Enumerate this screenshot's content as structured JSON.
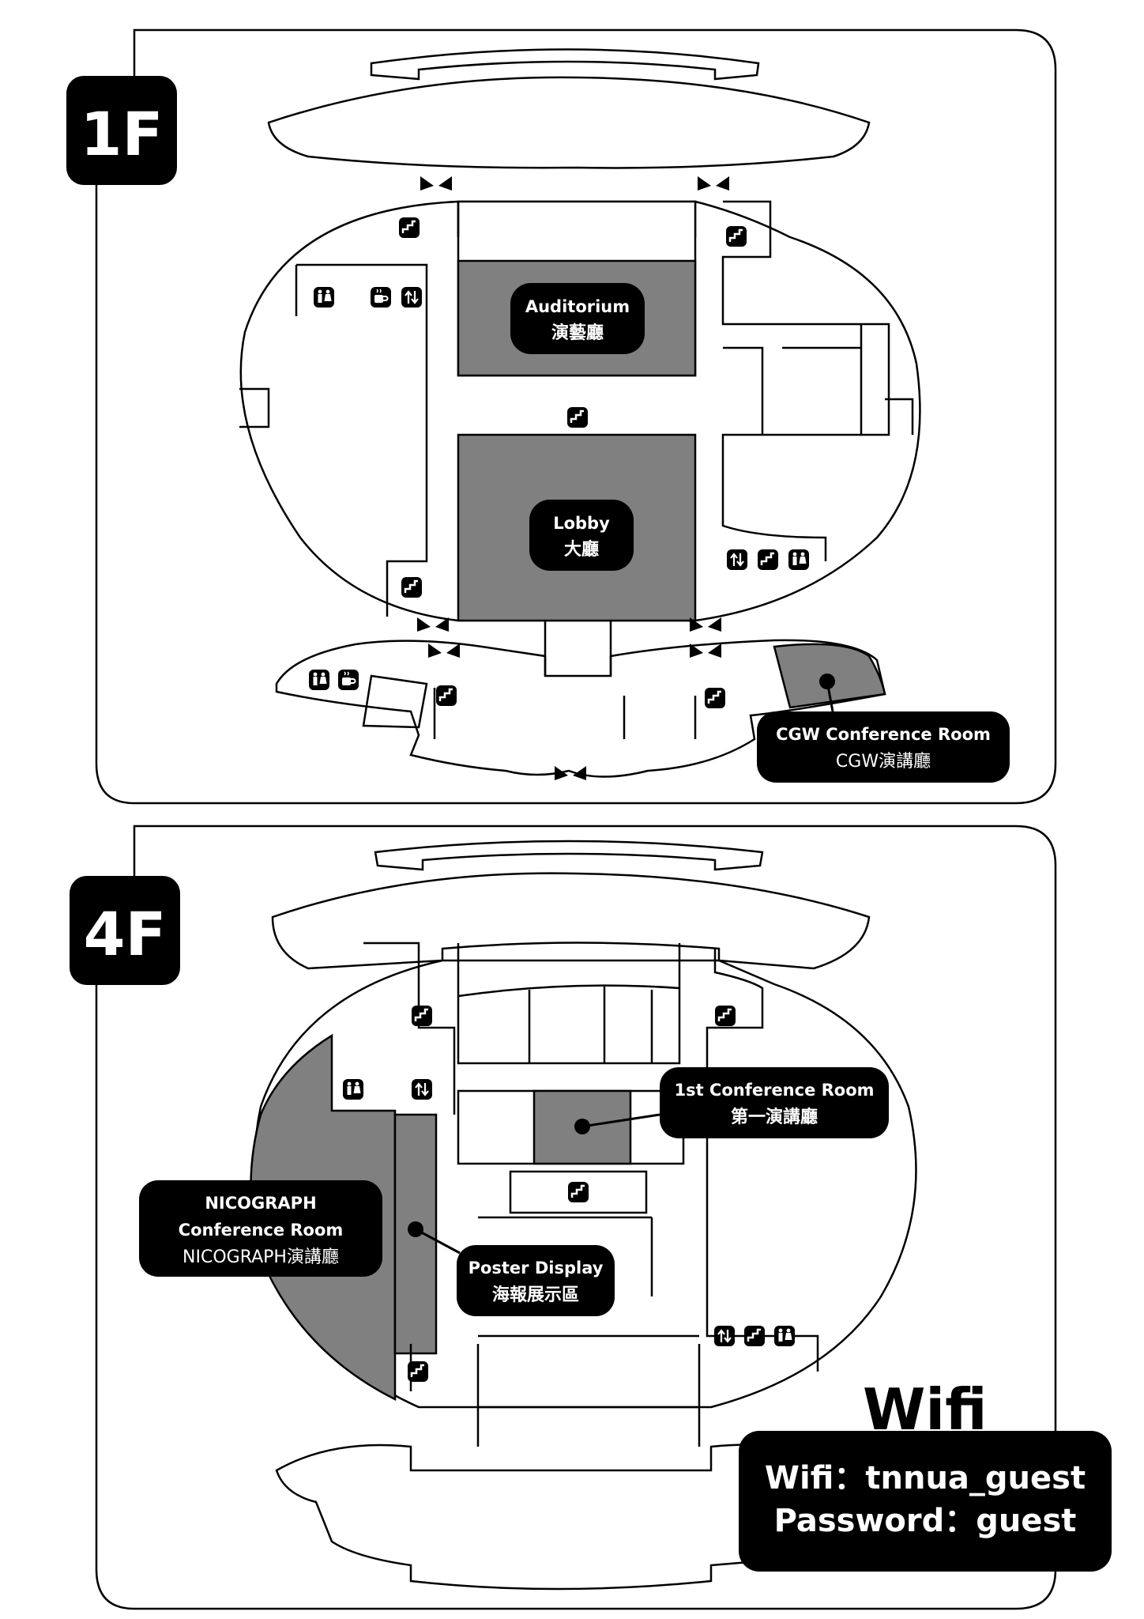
{
  "floors": [
    {
      "badge": "1F",
      "rooms": [
        {
          "name_en": "Auditorium",
          "name_zh": "演藝廳"
        },
        {
          "name_en": "Lobby",
          "name_zh": "大廳"
        },
        {
          "name_en": "CGW Conference Room",
          "name_zh": "CGW演講廳"
        }
      ]
    },
    {
      "badge": "4F",
      "rooms": [
        {
          "name_en": "1st Conference Room",
          "name_zh": "第一演講廳"
        },
        {
          "name_en1": "NICOGRAPH",
          "name_en2": "Conference Room",
          "name_zh": "NICOGRAPH演講廳"
        },
        {
          "name_en": "Poster Display",
          "name_zh": "海報展示區"
        }
      ]
    }
  ],
  "wifi": {
    "heading": "Wifi",
    "ssid_line": "Wifi：tnnua_guest",
    "password_line": "Password：guest"
  },
  "icons": [
    "stairs-icon",
    "restroom-icon",
    "elevator-icon",
    "cafe-icon",
    "entrance-icon"
  ],
  "colors": {
    "room_highlight": "#808080",
    "label_bg": "#000000",
    "label_text": "#ffffff"
  }
}
